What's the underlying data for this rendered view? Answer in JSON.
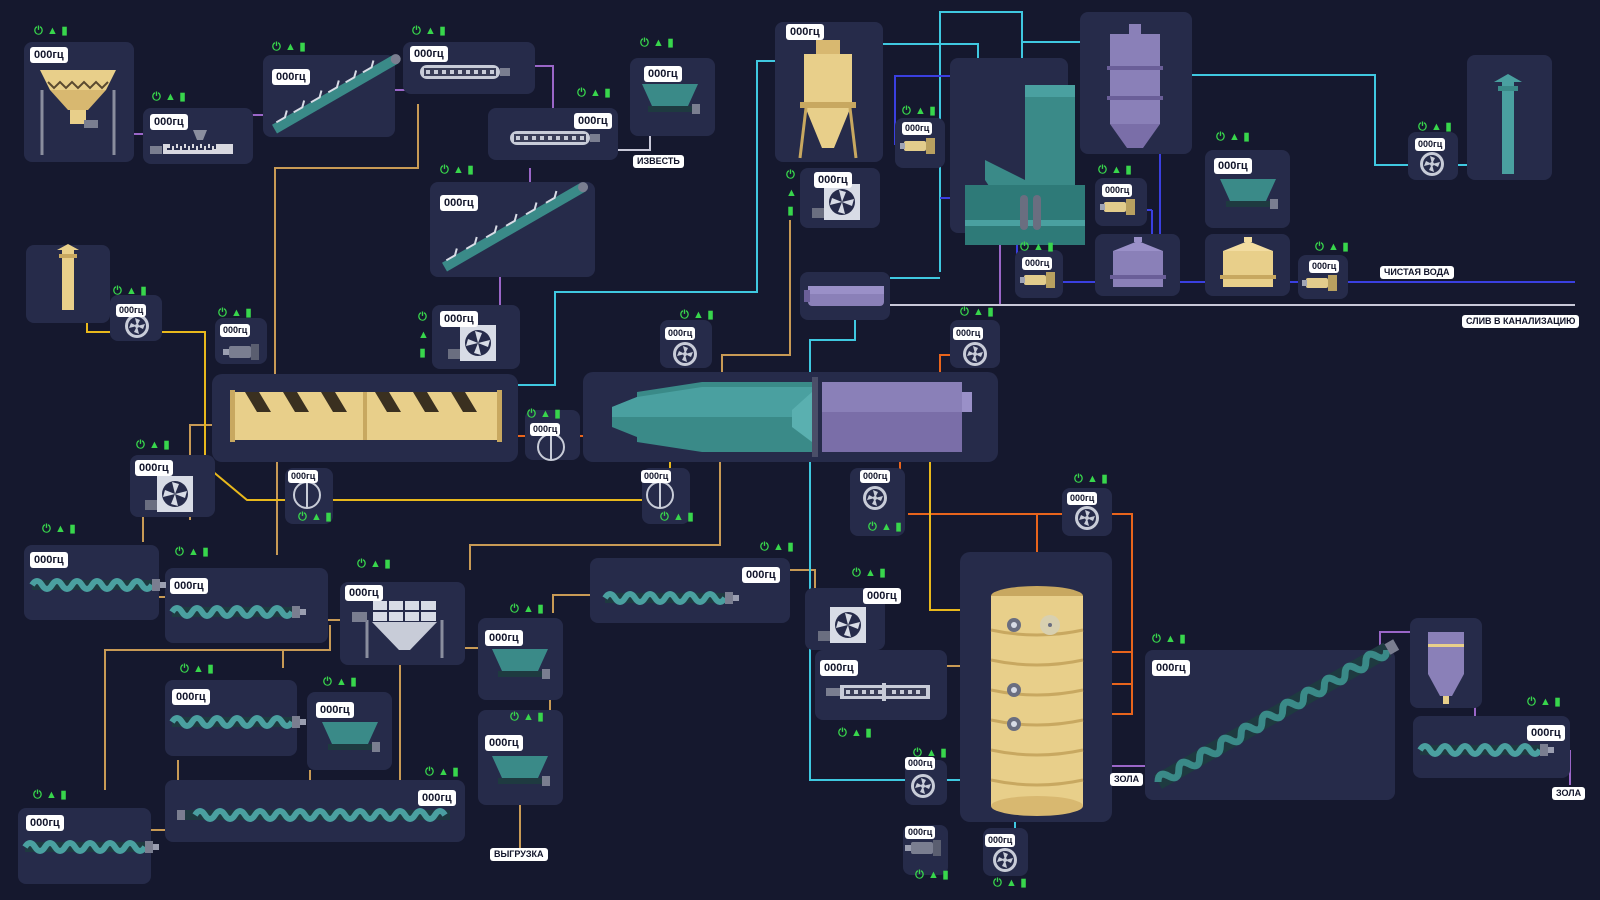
{
  "hz_value": "000гц",
  "indicator_icons": [
    "power-icon",
    "flame-icon",
    "thermometer-icon"
  ],
  "indicator_glyphs": [
    "⏻",
    "▲",
    "▮"
  ],
  "colors": {
    "background": "#15182e",
    "panel": "#262b4a",
    "indicator_green": "#38d64c",
    "line_cyan": "#3fc8e0",
    "line_blue": "#3a3fe0",
    "line_orange": "#e8641c",
    "line_yellow": "#e8b81c",
    "line_tan": "#c89a55",
    "line_purple": "#9a66c8",
    "line_white": "#c8c8d8"
  },
  "labels": {
    "lime": "ИЗВЕСТЬ",
    "clean_water": "ЧИСТАЯ ВОДА",
    "sewer_drain": "СЛИВ В КАНАЛИЗАЦИЮ",
    "ash_left": "ЗОЛА",
    "ash_right": "ЗОЛА",
    "unloading": "ВЫГРУЗКА"
  }
}
